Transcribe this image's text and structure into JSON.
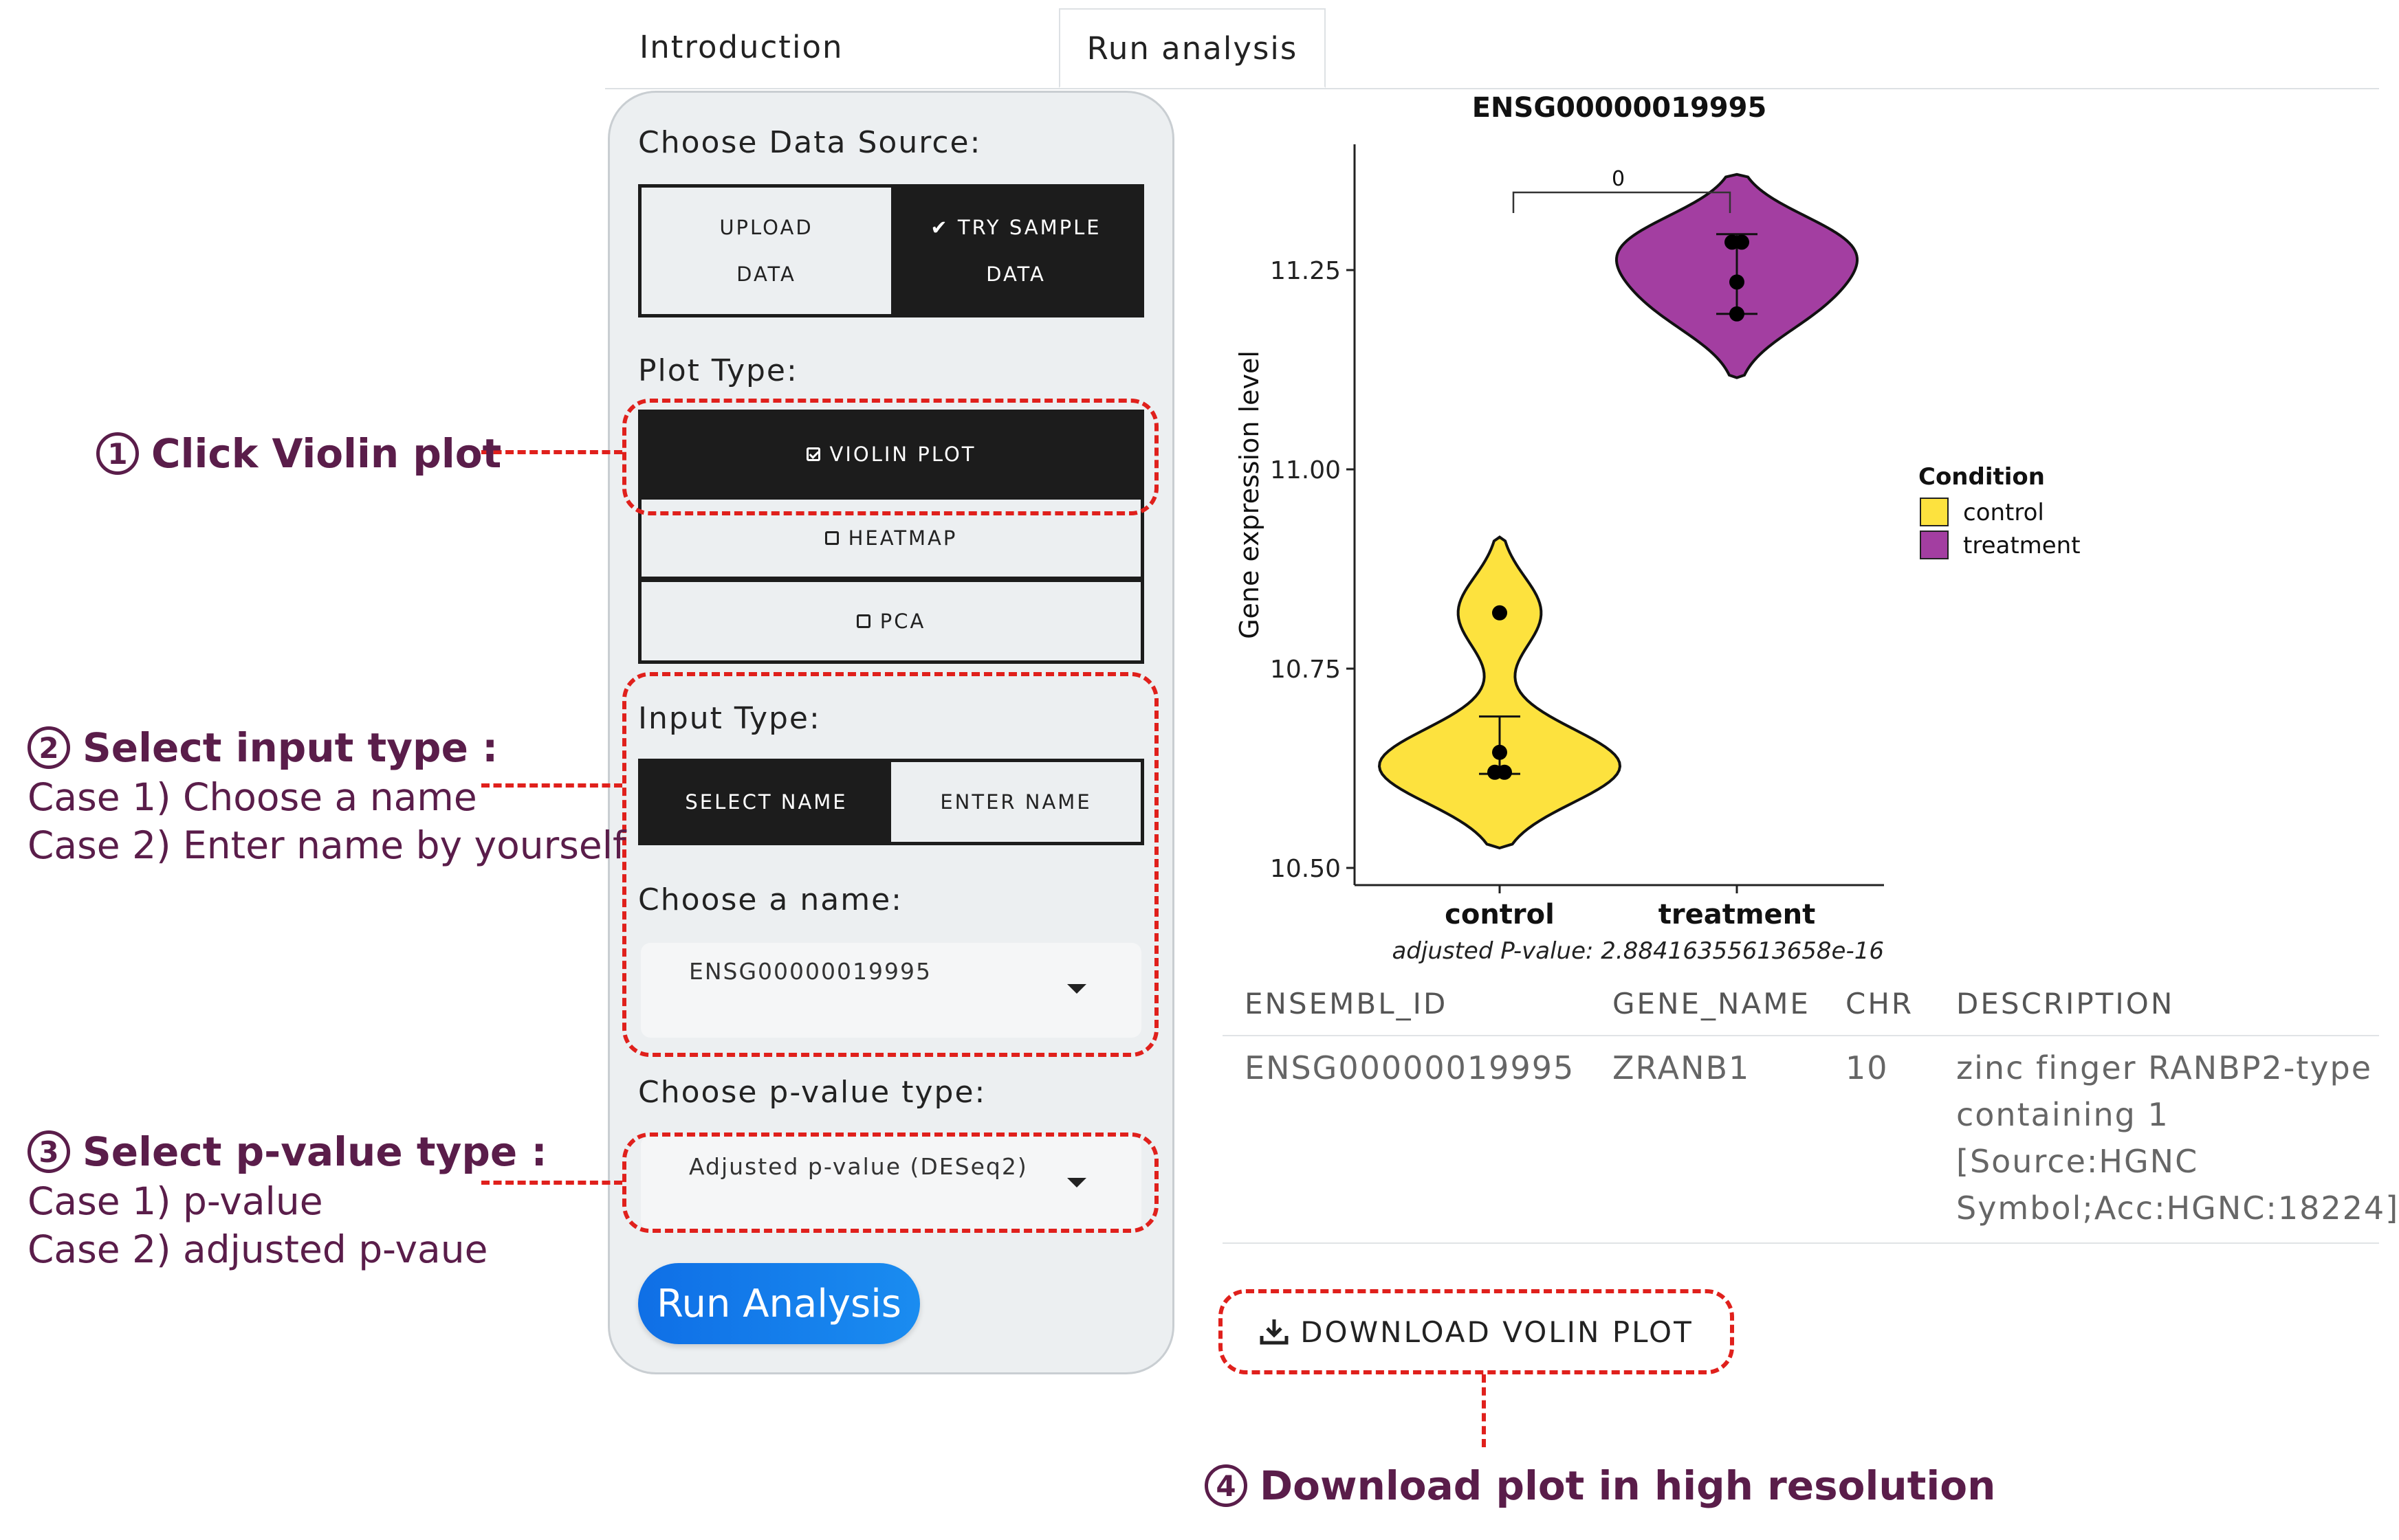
{
  "tabs": {
    "intro": "Introduction",
    "run": "Run analysis"
  },
  "sidebar": {
    "data_source_label": "Choose Data Source:",
    "data_source": {
      "upload_line1": "UPLOAD",
      "upload_line2": "DATA",
      "sample_check": "✔",
      "sample_line1": "TRY SAMPLE",
      "sample_line2": "DATA",
      "selected": "TRY SAMPLE DATA"
    },
    "plot_type_label": "Plot Type:",
    "plot_types": {
      "violin": "VIOLIN PLOT",
      "heatmap": "HEATMAP",
      "pca": "PCA",
      "selected": "VIOLIN PLOT"
    },
    "input_type_label": "Input Type:",
    "input_types": {
      "select": "SELECT NAME",
      "enter": "ENTER NAME",
      "selected": "SELECT NAME"
    },
    "name_label": "Choose a name:",
    "name_value": "ENSG00000019995",
    "pvalue_label": "Choose p-value type:",
    "pvalue_value": "Adjusted p-value (DESeq2)",
    "run_button": "Run Analysis"
  },
  "annotations": {
    "step1": {
      "num": "1",
      "title": "Click Violin plot"
    },
    "step2": {
      "num": "2",
      "title": "Select input type :",
      "case1": "Case 1) Choose a name",
      "case2": "Case 2) Enter name by yourself"
    },
    "step3": {
      "num": "3",
      "title": "Select p-value type :",
      "case1": "Case 1) p-value",
      "case2": "Case 2) adjusted p-vaue"
    },
    "step4": {
      "num": "4",
      "title": "Download plot in high resolution"
    }
  },
  "chart_data": {
    "type": "violin",
    "title": "ENSG00000019995",
    "ylabel": "Gene expression level",
    "categories": [
      "control",
      "treatment"
    ],
    "yticks": [
      "10.50",
      "10.75",
      "11.00",
      "11.25"
    ],
    "ylim": [
      10.48,
      11.38
    ],
    "colors": {
      "control": "#fde23e",
      "treatment": "#a33ea1"
    },
    "points": {
      "control": [
        10.82,
        10.645,
        10.62,
        10.62
      ],
      "treatment": [
        11.285,
        11.285,
        11.235,
        11.195
      ]
    },
    "summary": {
      "control": {
        "mean": 10.665,
        "lo": 10.618,
        "hi": 10.69
      },
      "treatment": {
        "mean": 11.24,
        "lo": 11.195,
        "hi": 11.295
      }
    },
    "violin_range": {
      "control": [
        10.525,
        10.915
      ],
      "treatment": [
        11.115,
        11.37
      ]
    },
    "bracket_label": "0",
    "legend_title": "Condition",
    "legend": [
      "control",
      "treatment"
    ],
    "caption": "adjusted P-value: 2.88416355613658e-16"
  },
  "table": {
    "headers": [
      "ENSEMBL_ID",
      "GENE_NAME",
      "CHR",
      "DESCRIPTION"
    ],
    "row": {
      "id": "ENSG00000019995",
      "gene": "ZRANB1",
      "chr": "10",
      "desc1": "zinc finger RANBP2-type",
      "desc2": "containing 1",
      "desc3": "[Source:HGNC",
      "desc4": "Symbol;Acc:HGNC:18224]"
    }
  },
  "download_button": "DOWNLOAD VOLIN PLOT",
  "icons": [
    "check-icon",
    "checkbox-icon",
    "caret-down-icon",
    "download-icon"
  ]
}
